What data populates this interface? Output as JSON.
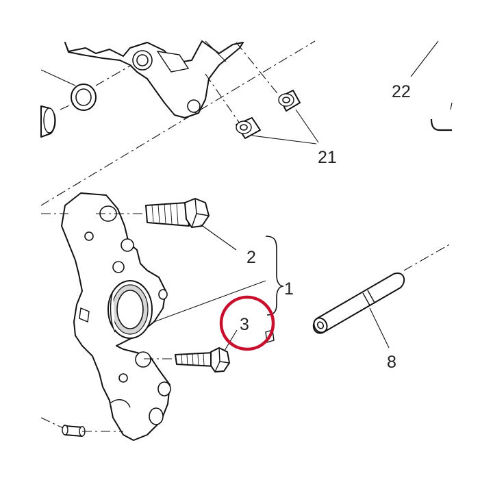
{
  "callouts": {
    "c1": "1",
    "c2": "2",
    "c3": "3",
    "c8": "8",
    "c21": "21",
    "c22": "22"
  },
  "highlight": {
    "target": "3",
    "color": "#c8102e"
  },
  "colors": {
    "line": "#111111",
    "shade": "#d6d6d6",
    "background": "#ffffff"
  }
}
